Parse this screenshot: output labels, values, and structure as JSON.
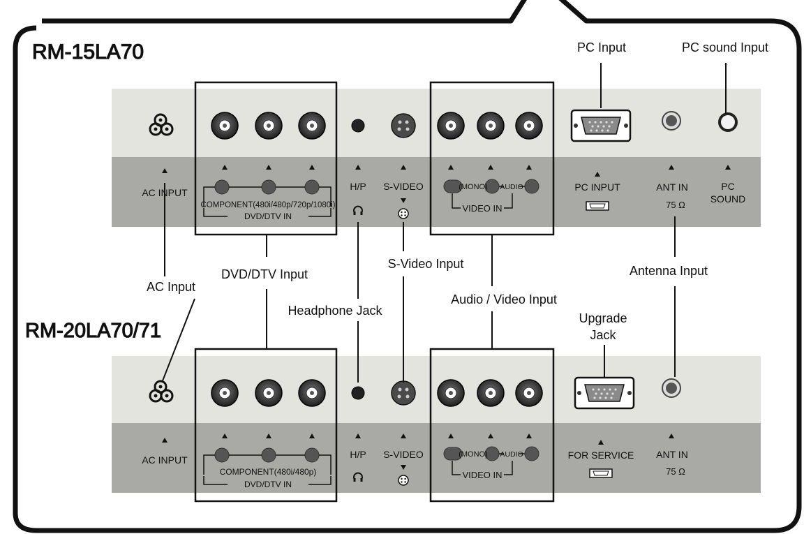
{
  "models": {
    "top": "RM-15LA70",
    "bottom": "RM-20LA70/71"
  },
  "callouts": {
    "pc_input": "PC Input",
    "pc_sound_input": "PC sound Input",
    "ac_input": "AC Input",
    "dvd_dtv_input": "DVD/DTV Input",
    "s_video_input": "S-Video Input",
    "antenna_input": "Antenna Input",
    "headphone_jack": "Headphone Jack",
    "audio_video_input": "Audio / Video Input",
    "upgrade_jack_line1": "Upgrade",
    "upgrade_jack_line2": "Jack"
  },
  "top_panel": {
    "ac_input": "AC INPUT",
    "component": "COMPONENT(480i/480p/720p/1080i)",
    "dvd_dtv_in": "DVD/DTV IN",
    "hp": "H/P",
    "s_video": "S-VIDEO",
    "mono": "(MONO)",
    "audio": "AUDIO",
    "video_in": "VIDEO IN",
    "pc_input": "PC INPUT",
    "ant_in": "ANT IN",
    "ohm": "75 Ω",
    "pc_sound_1": "PC",
    "pc_sound_2": "SOUND"
  },
  "bottom_panel": {
    "ac_input": "AC INPUT",
    "component": "COMPONENT(480i/480p)",
    "dvd_dtv_in": "DVD/DTV IN",
    "hp": "H/P",
    "s_video": "S-VIDEO",
    "mono": "(MONO)",
    "audio": "AUDIO",
    "video_in": "VIDEO IN",
    "for_service": "FOR SERVICE",
    "ant_in": "ANT IN",
    "ohm": "75 Ω"
  },
  "colors": {
    "panel_light": "#e4e4df",
    "panel_dark": "#a9aaa6",
    "jack_dark": "#3a3a3a",
    "outline": "#111111"
  }
}
